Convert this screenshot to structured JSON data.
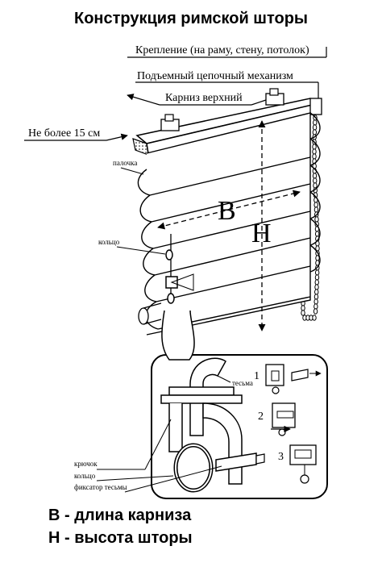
{
  "title": "Конструкция римской шторы",
  "labels": {
    "mount": "Крепление (на раму, стену, потолок)",
    "mechanism": "Подъемный цепочный механизм",
    "cornice": "Карниз верхний",
    "max_15": "Не более 15 см",
    "stick": "палочка",
    "ring": "кольцо",
    "width_letter": "B",
    "height_letter": "H",
    "tape": "тесьма",
    "hook": "крючок",
    "ring_detail": "кольцо",
    "tape_lock": "фиксатор тесьмы",
    "step1": "1",
    "step2": "2",
    "step3": "3"
  },
  "legend": {
    "b_line": "B - длина карниза",
    "h_line": "H - высота шторы"
  },
  "colors": {
    "ink": "#000000",
    "paper": "#ffffff",
    "shade": "#d9d9d9"
  }
}
